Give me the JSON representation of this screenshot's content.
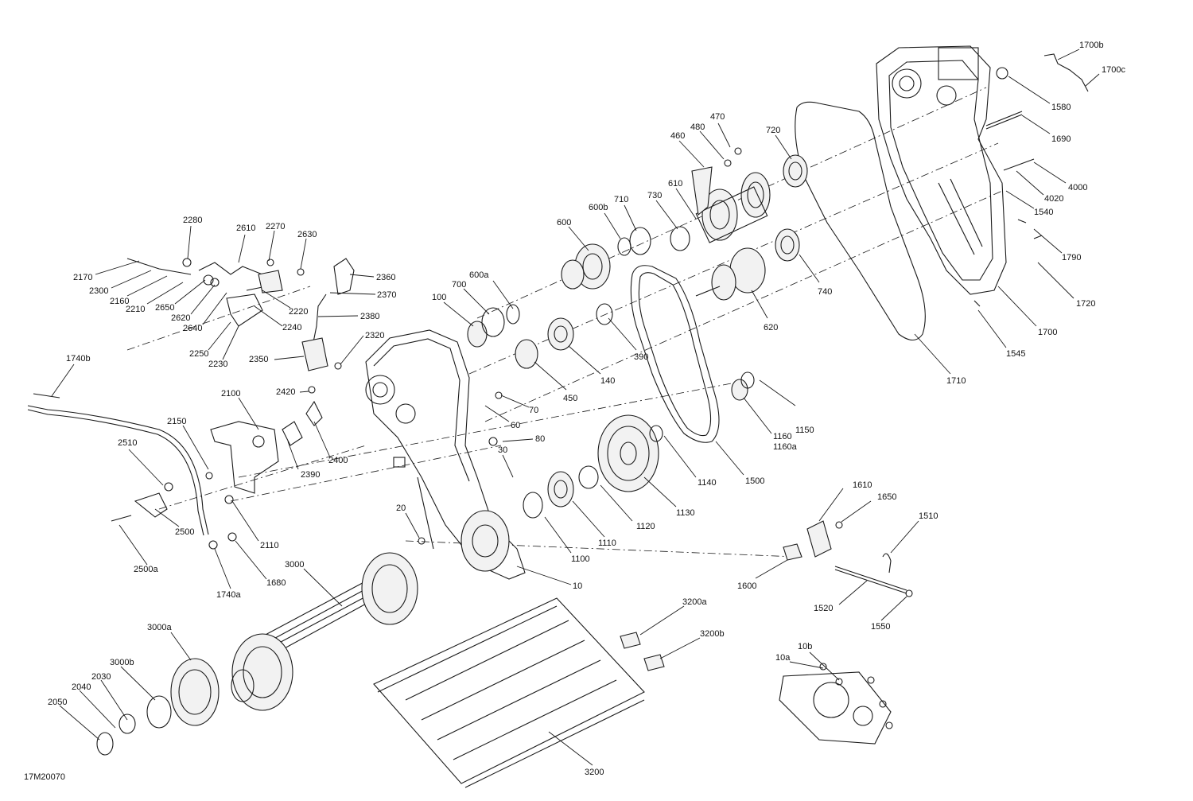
{
  "figure_id": "17M20070",
  "callouts": [
    "1700b",
    "1700c",
    "1580",
    "1690",
    "4000",
    "4020",
    "1540",
    "1790",
    "1720",
    "1700",
    "1545",
    "1710",
    "470",
    "480",
    "460",
    "720",
    "610",
    "730",
    "710",
    "600b",
    "600",
    "600a",
    "700",
    "100",
    "740",
    "620",
    "390",
    "140",
    "450",
    "60",
    "70",
    "80",
    "30",
    "1150",
    "1160",
    "1160a",
    "1500",
    "1140",
    "1130",
    "1120",
    "1110",
    "1100",
    "10",
    "20",
    "2280",
    "2610",
    "2270",
    "2630",
    "2170",
    "2300",
    "2160",
    "2210",
    "2650",
    "2620",
    "2640",
    "2220",
    "2240",
    "2250",
    "2230",
    "2360",
    "2370",
    "2380",
    "2320",
    "2350",
    "2420",
    "2400",
    "2390",
    "2100",
    "2150",
    "2510",
    "1740b",
    "2500",
    "2500a",
    "2110",
    "1680",
    "1740a",
    "3000",
    "3000a",
    "3000b",
    "2030",
    "2040",
    "2050",
    "3200a",
    "3200b",
    "3200",
    "1610",
    "1650",
    "1510",
    "1600",
    "1520",
    "1550",
    "10a",
    "10b"
  ],
  "icons": [
    "exploded-parts-drawing"
  ]
}
